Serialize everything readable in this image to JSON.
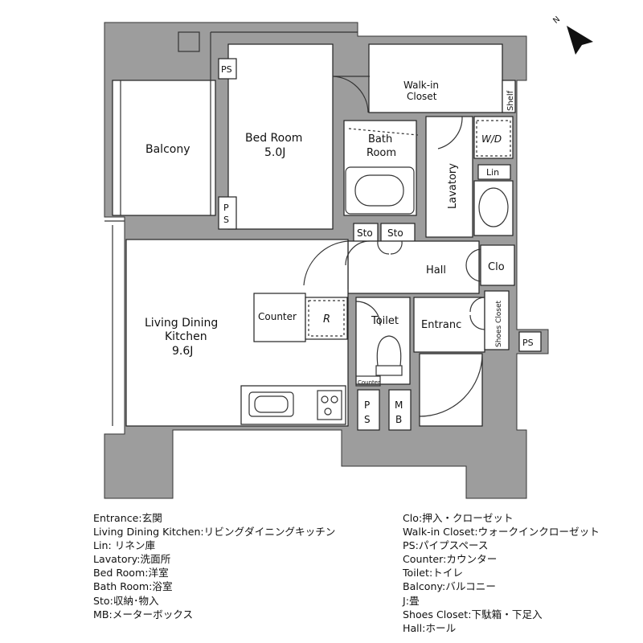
{
  "north_label": "N",
  "rooms": {
    "balcony": "Balcony",
    "bedroom": "Bed Room",
    "bedroom_size": "5.0J",
    "walkin_line1": "Walk-in",
    "walkin_line2": "Closet",
    "shelf": "Shelf",
    "bath_line1": "Bath",
    "bath_line2": "Room",
    "wd": "W/D",
    "lavatory": "Lavatory",
    "lin": "Lin",
    "sto": "Sto",
    "hall": "Hall",
    "clo": "Clo",
    "counter": "Counter",
    "range_mark": "R",
    "toilet": "Toilet",
    "toilet_counter": "Counter",
    "entrance": "Entranc",
    "shoes_closet": "Shoes Closet",
    "ps": "PS",
    "ps_p": "P",
    "ps_s": "S",
    "mb_m": "M",
    "mb_b": "B",
    "ldk_line1": "Living Dining",
    "ldk_line2": "Kitchen",
    "ldk_size": "9.6J"
  },
  "legend_left": [
    "Entrance:玄関",
    "Living Dining Kitchen:リビングダイニングキッチン",
    "Lin: リネン庫",
    "Lavatory:洗面所",
    "Bed Room:洋室",
    "Bath Room:浴室",
    "Sto:収納･物入",
    "MB:メーターボックス"
  ],
  "legend_right": [
    "Clo:押入・クローゼット",
    "Walk-in Closet:ウォークインクローゼット",
    "PS:パイプスペース",
    "Counter:カウンター",
    "Toilet:トイレ",
    "Balcony:バルコニー",
    "J:畳",
    "Shoes Closet:下駄箱・下足入",
    "Hall:ホール"
  ]
}
